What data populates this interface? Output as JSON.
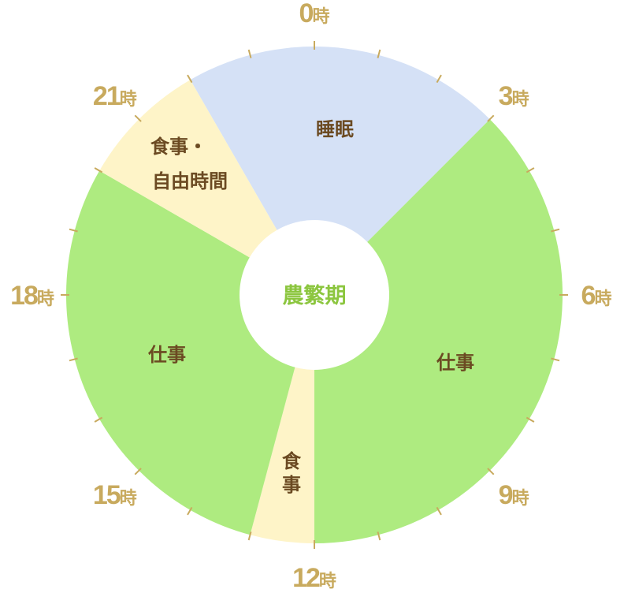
{
  "chart_data": {
    "type": "pie",
    "title": "農繁期",
    "unit": "hours",
    "total_hours": 24,
    "segments": [
      {
        "label": "睡眠",
        "start": 22,
        "end": 3,
        "hours": 5,
        "color": "#d5e1f6"
      },
      {
        "label": "仕事",
        "start": 3,
        "end": 12,
        "hours": 9,
        "color": "#aeeb80"
      },
      {
        "label": "食事",
        "start": 12,
        "end": 13,
        "hours": 1,
        "color": "#fef4c8"
      },
      {
        "label": "仕事",
        "start": 13,
        "end": 20,
        "hours": 7,
        "color": "#aeeb80"
      },
      {
        "label_lines": [
          "食事・",
          "自由時間"
        ],
        "start": 20,
        "end": 22,
        "hours": 2,
        "color": "#fef4c8"
      }
    ],
    "hour_labels": [
      {
        "hour": 0,
        "num": "0",
        "suffix": "時"
      },
      {
        "hour": 3,
        "num": "3",
        "suffix": "時"
      },
      {
        "hour": 6,
        "num": "6",
        "suffix": "時"
      },
      {
        "hour": 9,
        "num": "9",
        "suffix": "時"
      },
      {
        "hour": 12,
        "num": "12",
        "suffix": "時"
      },
      {
        "hour": 15,
        "num": "15",
        "suffix": "時"
      },
      {
        "hour": 18,
        "num": "18",
        "suffix": "時"
      },
      {
        "hour": 21,
        "num": "21",
        "suffix": "時"
      }
    ],
    "tick_color": "#c8aa5e"
  }
}
